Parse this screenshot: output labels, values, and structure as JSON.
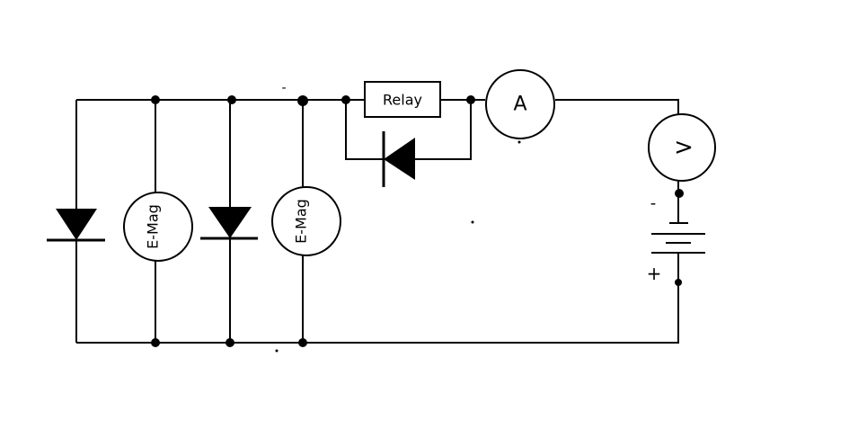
{
  "components": {
    "relay": {
      "label": "Relay"
    },
    "ammeter": {
      "label": "A"
    },
    "voltmeter": {
      "label": ">"
    },
    "electromagnet_1": {
      "label": "E-Mag"
    },
    "electromagnet_2": {
      "label": "E-Mag"
    }
  },
  "battery": {
    "negative_label": "-",
    "positive_label": "+"
  },
  "stray_marks": {
    "top_dash": "-"
  }
}
